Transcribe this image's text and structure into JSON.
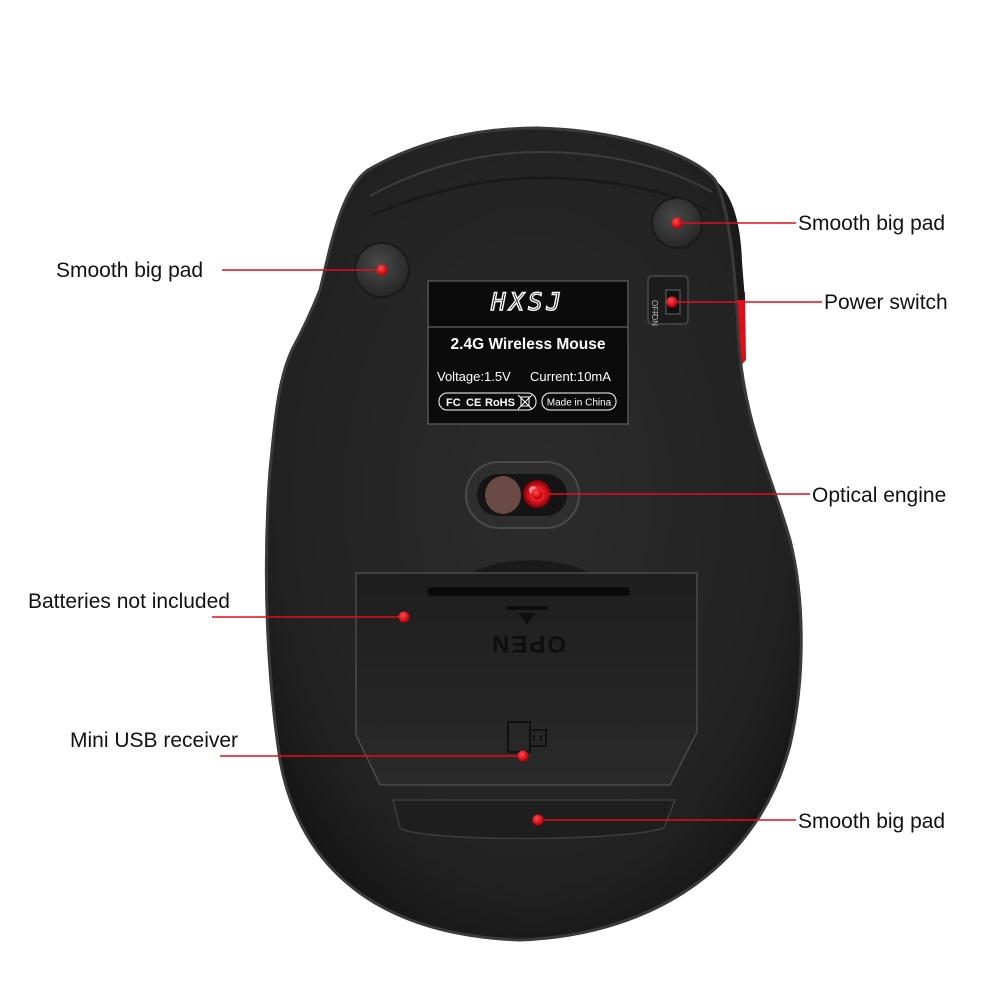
{
  "colors": {
    "background": "#ffffff",
    "mouse_body": "#262626",
    "mouse_edge": "#3a3a3a",
    "accent_red": "#e10e1a",
    "label_bg": "#0b0b0b",
    "label_text": "#ffffff"
  },
  "label_sticker": {
    "brand": "HXSJ",
    "product": "2.4G Wireless Mouse",
    "voltage": "Voltage:1.5V",
    "current": "Current:10mA",
    "certifications": [
      "FC",
      "CE",
      "RoHS"
    ],
    "origin": "Made in China"
  },
  "switch_markings": {
    "off": "OFF",
    "on": "ON"
  },
  "battery_cover": {
    "open_text": "OPEN"
  },
  "callouts": [
    {
      "id": "pad-top-right",
      "text": "Smooth big pad"
    },
    {
      "id": "pad-top-left",
      "text": "Smooth big pad"
    },
    {
      "id": "power-switch",
      "text": "Power switch"
    },
    {
      "id": "optical-engine",
      "text": "Optical engine"
    },
    {
      "id": "batteries",
      "text": "Batteries not included"
    },
    {
      "id": "usb-receiver",
      "text": "Mini USB receiver"
    },
    {
      "id": "pad-bottom",
      "text": "Smooth big pad"
    }
  ]
}
